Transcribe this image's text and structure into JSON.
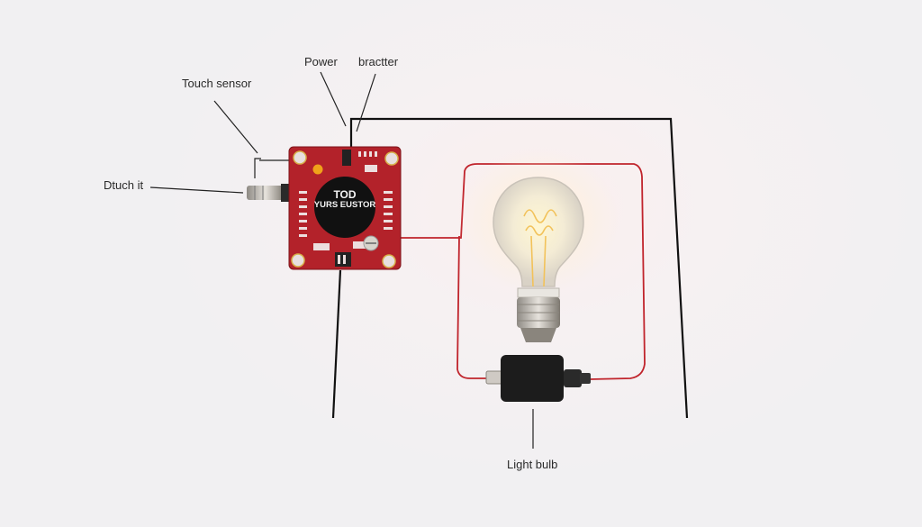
{
  "labels": {
    "touch_sensor": "Touch sensor",
    "power": "Power",
    "bracket": "bractter",
    "touch_it": "Dtuch it",
    "light_bulb": "Light bulb"
  },
  "board": {
    "line1": "TOD",
    "line2": "YURS EUSTOR"
  },
  "colors": {
    "board": "#b3222a",
    "wire_red": "#c0242c",
    "wire_black": "#111111",
    "chip": "#111111",
    "socket": "#1c1c1c"
  }
}
